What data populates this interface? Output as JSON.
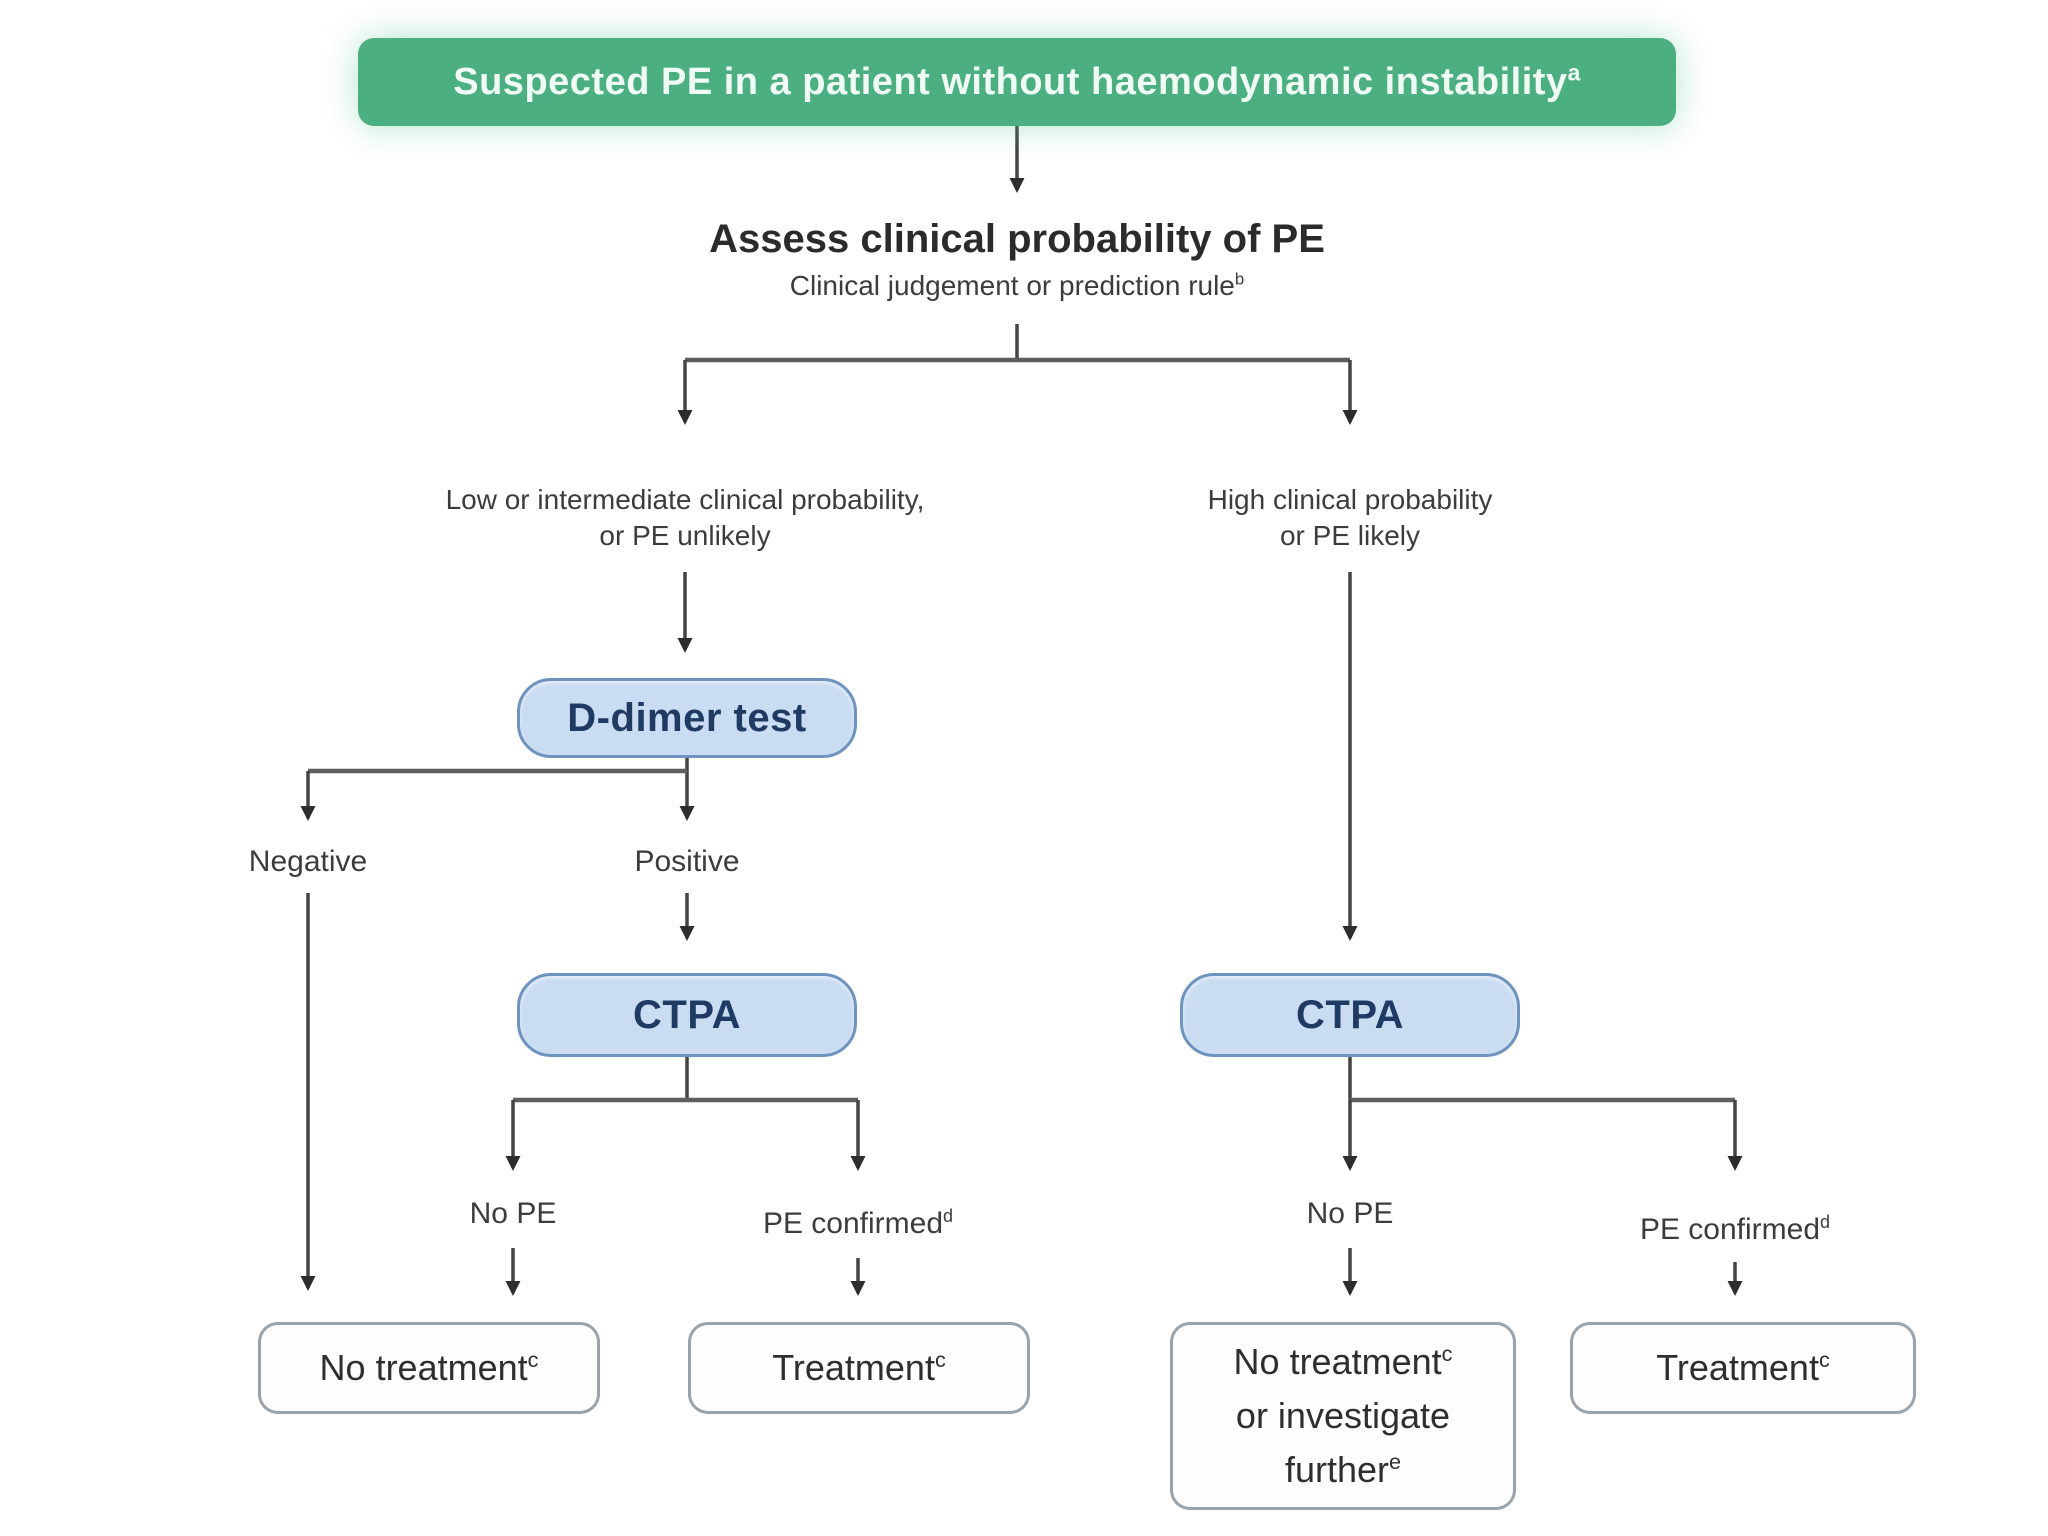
{
  "diagram": {
    "start": {
      "text": "Suspected PE in a patient without haemodynamic instability",
      "sup": "a"
    },
    "assess": {
      "title": "Assess clinical probability of PE",
      "subtitle": "Clinical judgement or prediction rule",
      "subtitle_sup": "b"
    },
    "branches": {
      "left": {
        "line1": "Low or intermediate clinical probability,",
        "line2": "or PE unlikely"
      },
      "right": {
        "line1": "High clinical probability",
        "line2": "or PE likely"
      }
    },
    "ddimer": {
      "label": "D-dimer test"
    },
    "ddimer_results": {
      "negative": "Negative",
      "positive": "Positive"
    },
    "ctpa_left": {
      "label": "CTPA"
    },
    "ctpa_right": {
      "label": "CTPA"
    },
    "ctpa_left_results": {
      "no_pe": "No PE",
      "pe_confirmed": "PE confirmed",
      "pe_confirmed_sup": "d"
    },
    "ctpa_right_results": {
      "no_pe": "No PE",
      "pe_confirmed": "PE confirmed",
      "pe_confirmed_sup": "d"
    },
    "outcomes": {
      "no_treatment_left": {
        "text": "No treatment",
        "sup": "c"
      },
      "treatment_left": {
        "text": "Treatment",
        "sup": "c"
      },
      "no_treatment_right": {
        "line1": "No treatment",
        "line1_sup": "c",
        "line2": "or investigate",
        "line3": "further",
        "line3_sup": "e"
      },
      "treatment_right": {
        "text": "Treatment",
        "sup": "c"
      }
    }
  },
  "colors": {
    "start_fill": "#4caf82",
    "start_text": "#f0fbf5",
    "test_fill": "#c9dcf2",
    "test_border": "#6e93be",
    "test_text": "#1f3a63",
    "outcome_fill": "#fdfdfd",
    "outcome_border": "#9aa3ab",
    "outcome_text": "#2e2e2e",
    "line": "#444444",
    "label_text": "#3c3c3c",
    "background": "#ffffff"
  }
}
